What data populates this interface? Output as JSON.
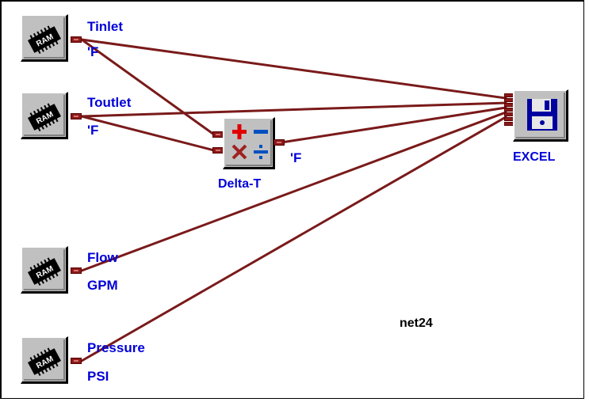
{
  "network_name": "net24",
  "colors": {
    "wire": "#7a1a1a",
    "label": "#0000d8",
    "caption": "#000000",
    "panel": "#c0c0c0"
  },
  "nodes": {
    "tinlet": {
      "icon": "ram-chip-icon",
      "label": "Tinlet",
      "unit": "'F"
    },
    "toutlet": {
      "icon": "ram-chip-icon",
      "label": "Toutlet",
      "unit": "'F"
    },
    "flow": {
      "icon": "ram-chip-icon",
      "label": "Flow",
      "unit": "GPM"
    },
    "pressure": {
      "icon": "ram-chip-icon",
      "label": "Pressure",
      "unit": "PSI"
    },
    "delta_t": {
      "icon": "arithmetic-operators-icon",
      "label": "Delta-T",
      "unit": "'F"
    },
    "excel": {
      "icon": "floppy-disk-icon",
      "label": "EXCEL"
    }
  },
  "ram_chip_text": "RAM"
}
